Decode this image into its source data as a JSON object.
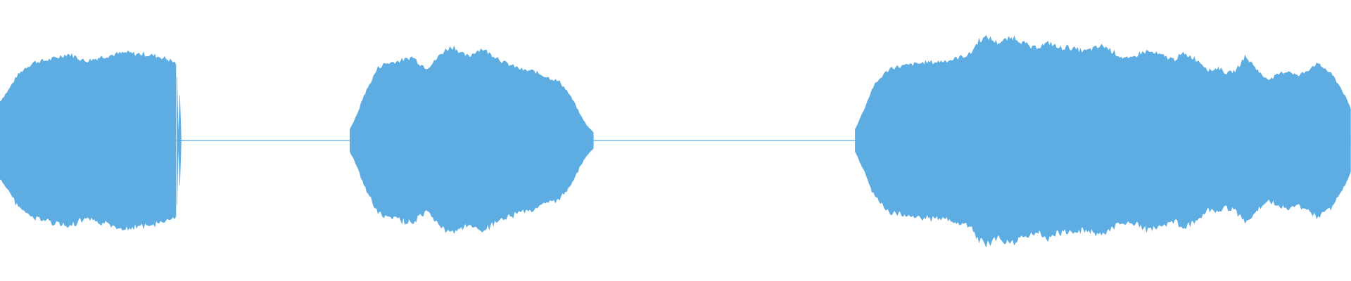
{
  "waveform": {
    "color": "#5dade2",
    "background": "#ffffff",
    "segments": [
      {
        "name": "segment-1",
        "kind": "burst",
        "start": 0.0,
        "end": 0.131,
        "amplitude": [
          0.28,
          0.36,
          0.46,
          0.52,
          0.56,
          0.57,
          0.58,
          0.6,
          0.62,
          0.6,
          0.57,
          0.58,
          0.6,
          0.61,
          0.62,
          0.63,
          0.62,
          0.62,
          0.61,
          0.6,
          0.58,
          0.55
        ]
      },
      {
        "name": "segment-1-tail",
        "kind": "tail",
        "start": 0.131,
        "end": 0.135,
        "amplitude": [
          0.45,
          0.05,
          0.35,
          0.02,
          0.3
        ]
      },
      {
        "name": "segment-2",
        "kind": "burst",
        "start": 0.259,
        "end": 0.44,
        "amplitude": [
          0.08,
          0.18,
          0.32,
          0.42,
          0.52,
          0.55,
          0.56,
          0.57,
          0.58,
          0.6,
          0.55,
          0.52,
          0.56,
          0.62,
          0.66,
          0.67,
          0.62,
          0.6,
          0.64,
          0.66,
          0.62,
          0.6,
          0.56,
          0.54,
          0.52,
          0.5,
          0.5,
          0.48,
          0.46,
          0.44,
          0.42,
          0.36,
          0.28,
          0.18,
          0.1,
          0.05
        ]
      },
      {
        "name": "segment-3",
        "kind": "burst",
        "start": 0.633,
        "end": 1.0,
        "amplitude": [
          0.08,
          0.22,
          0.38,
          0.46,
          0.52,
          0.53,
          0.54,
          0.55,
          0.56,
          0.56,
          0.57,
          0.58,
          0.6,
          0.62,
          0.72,
          0.74,
          0.7,
          0.72,
          0.74,
          0.7,
          0.66,
          0.68,
          0.7,
          0.66,
          0.67,
          0.65,
          0.64,
          0.66,
          0.68,
          0.64,
          0.6,
          0.58,
          0.62,
          0.64,
          0.62,
          0.6,
          0.58,
          0.62,
          0.6,
          0.56,
          0.5,
          0.52,
          0.48,
          0.5,
          0.6,
          0.54,
          0.46,
          0.44,
          0.48,
          0.5,
          0.46,
          0.5,
          0.55,
          0.52,
          0.46,
          0.36,
          0.22
        ]
      }
    ],
    "silence_level": 0.005,
    "center_line": 0.5
  }
}
